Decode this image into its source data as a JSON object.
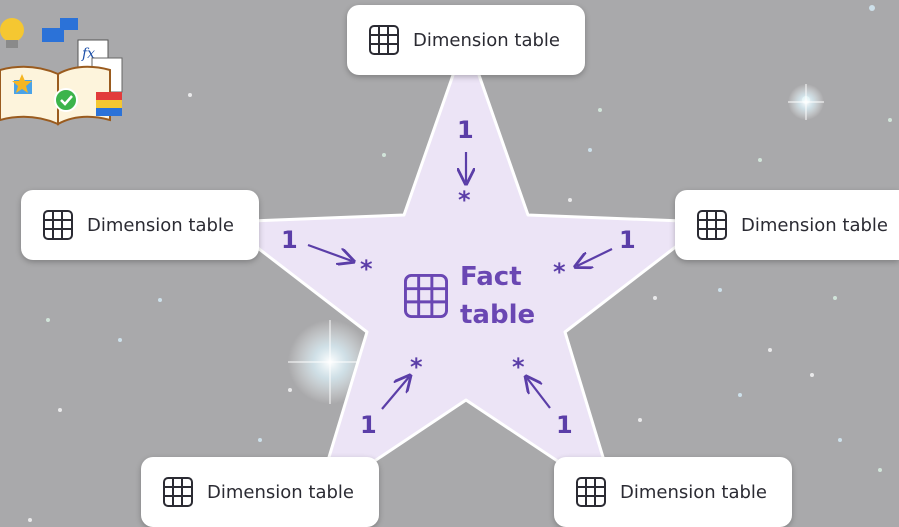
{
  "center": {
    "label_line1": "Fact",
    "label_line2": "table",
    "icon": "grid-table-icon"
  },
  "dimensions": [
    {
      "id": "top",
      "label": "Dimension table",
      "icon": "grid-table-icon"
    },
    {
      "id": "left",
      "label": "Dimension table",
      "icon": "grid-table-icon"
    },
    {
      "id": "right",
      "label": "Dimension table",
      "icon": "grid-table-icon"
    },
    {
      "id": "bottom-left",
      "label": "Dimension table",
      "icon": "grid-table-icon"
    },
    {
      "id": "bottom-right",
      "label": "Dimension table",
      "icon": "grid-table-icon"
    }
  ],
  "relationships": [
    {
      "from": "top",
      "one": "1",
      "many": "*"
    },
    {
      "from": "left",
      "one": "1",
      "many": "*"
    },
    {
      "from": "right",
      "one": "1",
      "many": "*"
    },
    {
      "from": "bottom-left",
      "one": "1",
      "many": "*"
    },
    {
      "from": "bottom-right",
      "one": "1",
      "many": "*"
    }
  ],
  "colors": {
    "background": "#a9a9ab",
    "star_fill": "#ece4f6",
    "accent": "#6a47b3",
    "box": "#ffffff"
  },
  "logo": {
    "icon": "books-lightbulb-logo-icon"
  }
}
